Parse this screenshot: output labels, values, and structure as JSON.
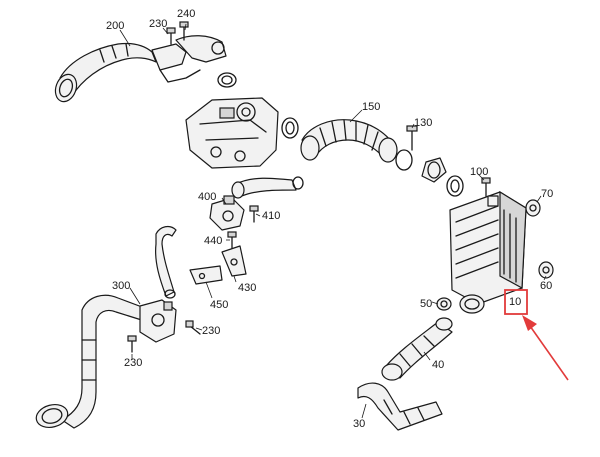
{
  "callouts": {
    "c200": "200",
    "c230a": "230",
    "c240": "240",
    "c150": "150",
    "c130": "130",
    "c100": "100",
    "c70": "70",
    "c400": "400",
    "c410": "410",
    "c440": "440",
    "c430": "430",
    "c450": "450",
    "c300": "300",
    "c230b": "230",
    "c230c": "230",
    "c50": "50",
    "c10": "10",
    "c60": "60",
    "c40": "40",
    "c30": "30"
  },
  "colors": {
    "highlight": "#e23b3b",
    "line": "#1a1a1a"
  }
}
